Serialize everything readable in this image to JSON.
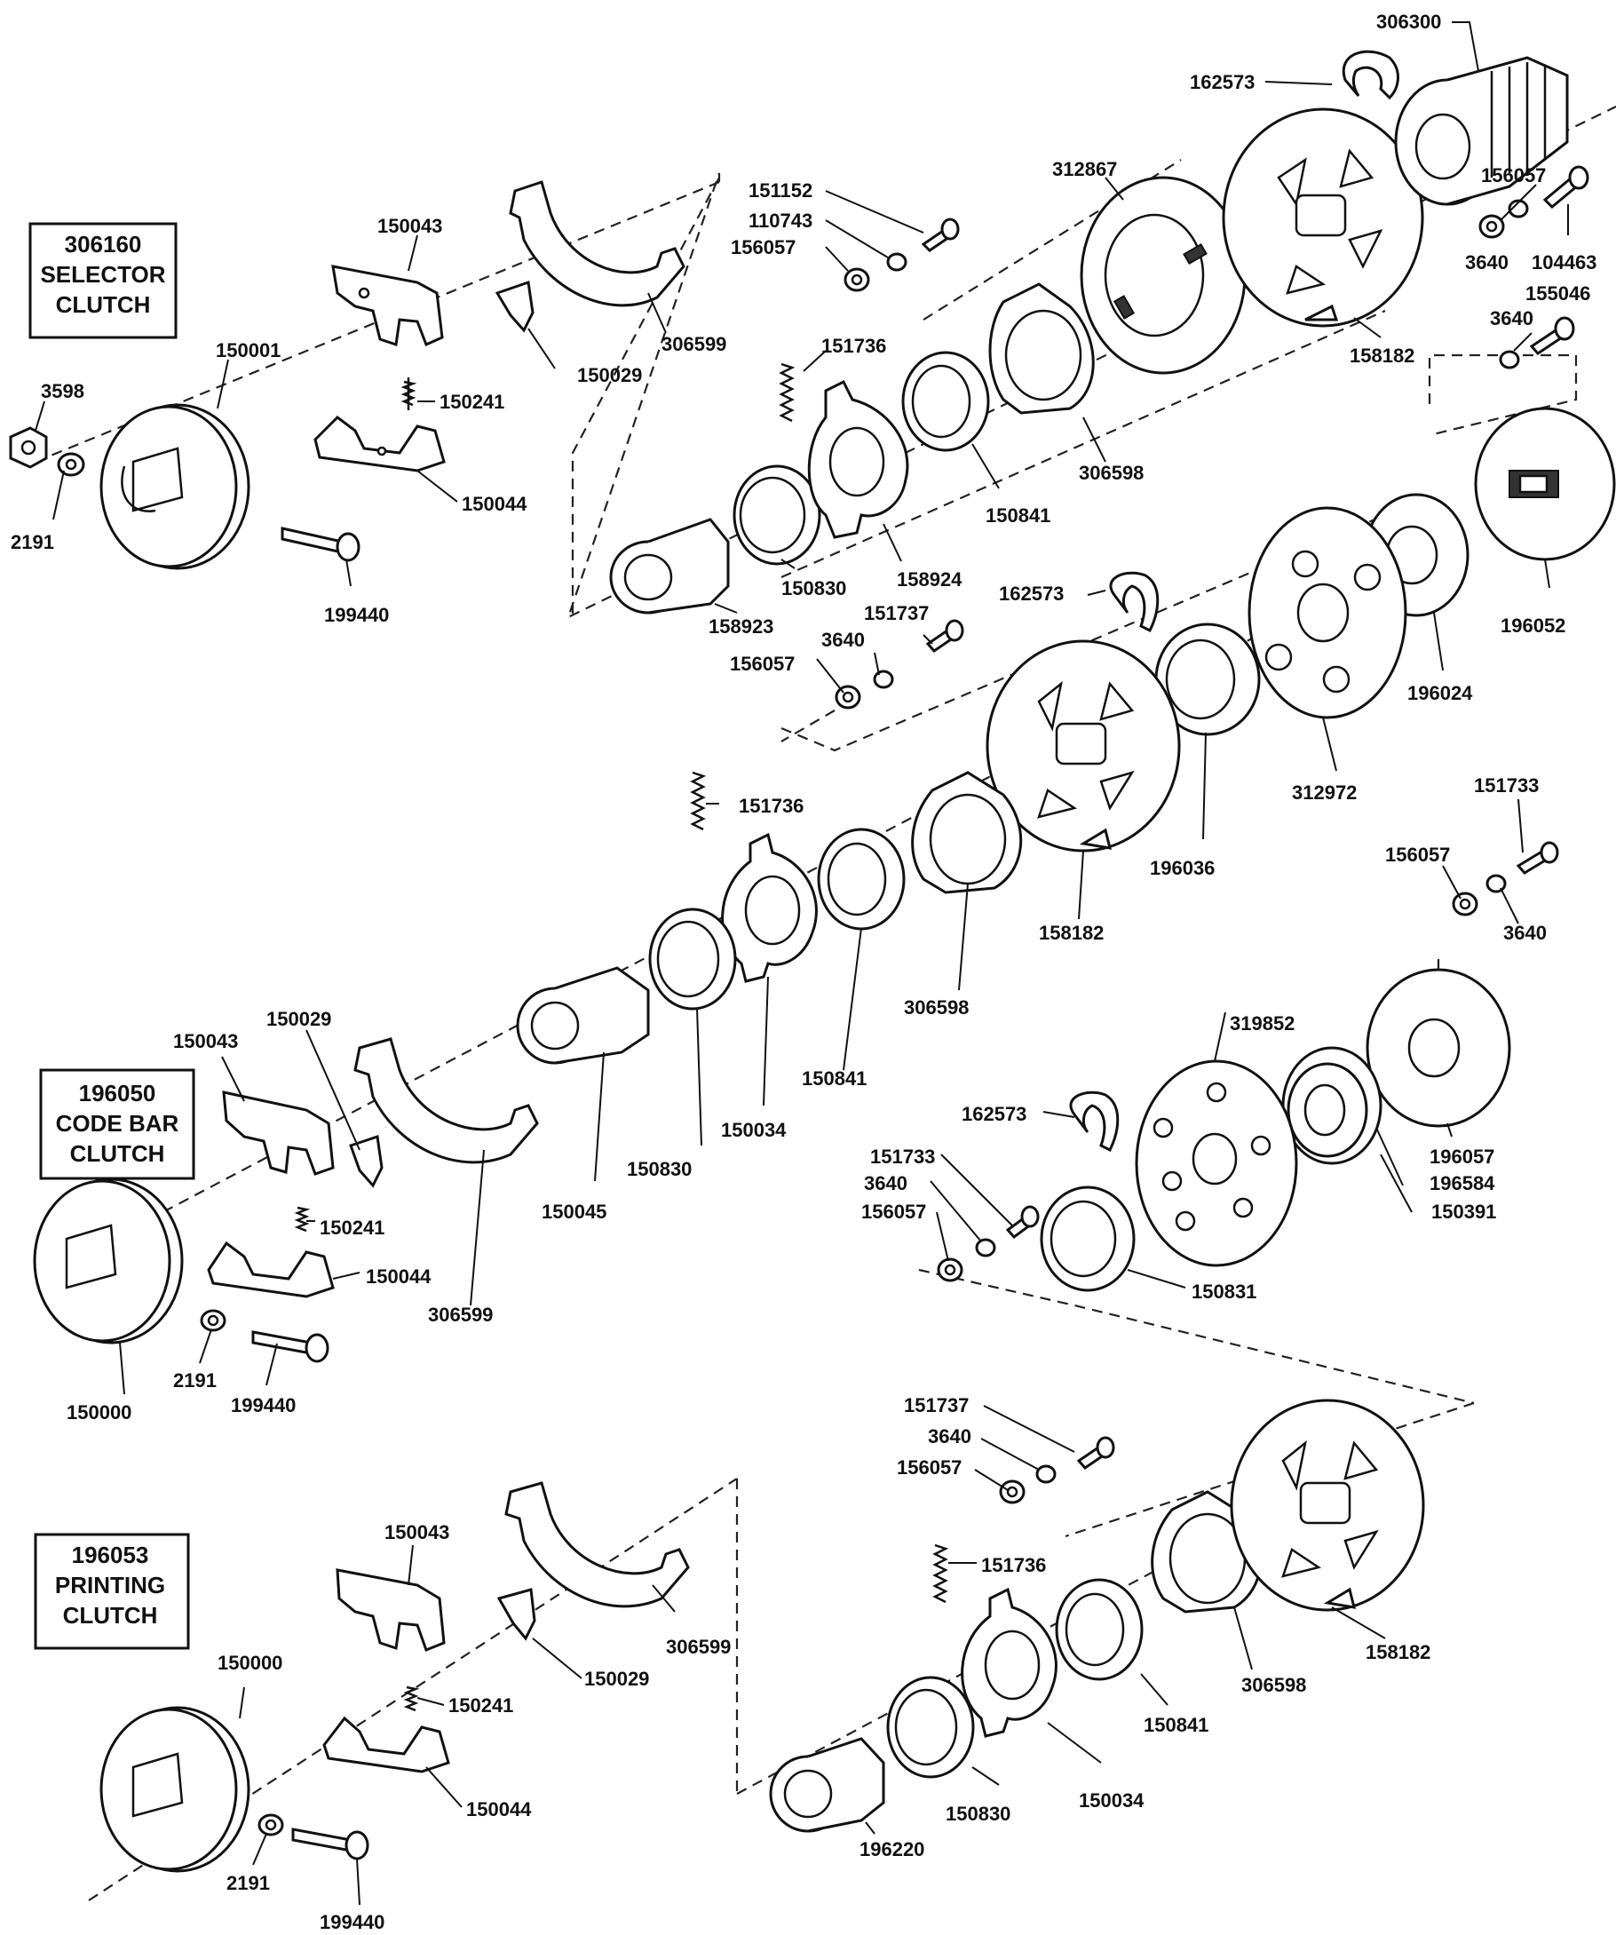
{
  "captions": {
    "selector": [
      "306160",
      "SELECTOR",
      "CLUTCH"
    ],
    "codebar": [
      "196050",
      "CODE BAR",
      "CLUTCH"
    ],
    "printing": [
      "196053",
      "PRINTING",
      "CLUTCH"
    ]
  },
  "labels": {
    "l306300": "306300",
    "l162573a": "162573",
    "l312867": "312867",
    "l151152": "151152",
    "l110743": "110743",
    "l156057a": "156057",
    "l156057b": "156057",
    "l3640a": "3640",
    "l104463": "104463",
    "l155046": "155046",
    "l3640b": "3640",
    "l158182a": "158182",
    "l150043a": "150043",
    "l150001": "150001",
    "l3598": "3598",
    "l2191a": "2191",
    "l150241a": "150241",
    "l150029a": "150029",
    "l306599a": "306599",
    "l150044a": "150044",
    "l199440a": "199440",
    "l151736a": "151736",
    "l306598a": "306598",
    "l150841a": "150841",
    "l158924": "158924",
    "l150830a": "150830",
    "l158923": "158923",
    "l151737a": "151737",
    "l3640c": "3640",
    "l156057c": "156057",
    "l162573b": "162573",
    "l196052": "196052",
    "l196024": "196024",
    "l312972": "312972",
    "l196036": "196036",
    "l158182b": "158182",
    "l151736b": "151736",
    "l306598b": "306598",
    "l150841b": "150841",
    "l150034a": "150034",
    "l150830b": "150830",
    "l150045": "150045",
    "l151733a": "151733",
    "l156057d": "156057",
    "l3640d": "3640",
    "l319852": "319852",
    "l196057": "196057",
    "l196584": "196584",
    "l150391": "150391",
    "l162573c": "162573",
    "l151733b": "151733",
    "l3640e": "3640",
    "l156057e": "156057",
    "l150831": "150831",
    "l150043b": "150043",
    "l150029b": "150029",
    "l306599b": "306599",
    "l150241b": "150241",
    "l150044b": "150044",
    "l2191b": "2191",
    "l199440b": "199440",
    "l150000a": "150000",
    "l151737b": "151737",
    "l3640f": "3640",
    "l156057f": "156057",
    "l151736c": "151736",
    "l158182c": "158182",
    "l306598c": "306598",
    "l150841c": "150841",
    "l150034b": "150034",
    "l150830c": "150830",
    "l196220": "196220",
    "l150043c": "150043",
    "l306599c": "306599",
    "l150029c": "150029",
    "l150000b": "150000",
    "l150241c": "150241",
    "l150044c": "150044",
    "l2191c": "2191",
    "l199440c": "199440"
  }
}
